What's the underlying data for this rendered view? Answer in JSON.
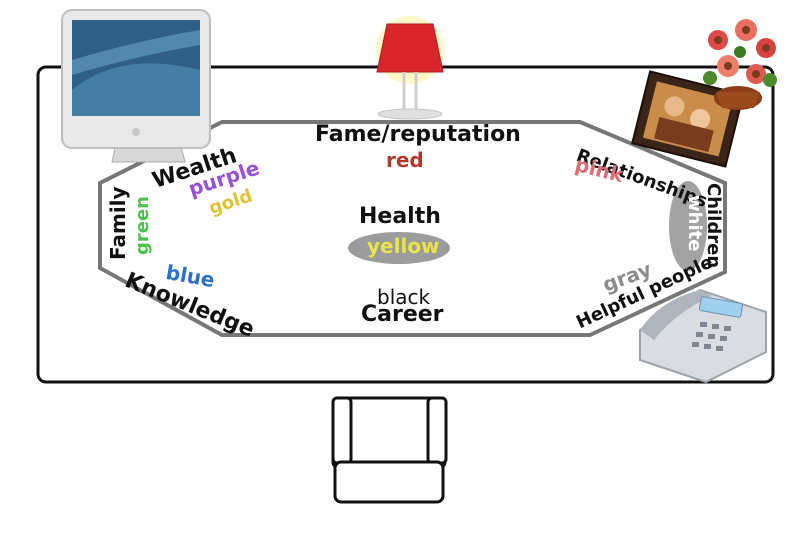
{
  "areas": {
    "fame": {
      "name": "Fame/reputation",
      "color_word": "red",
      "color_hex": "#b5372a"
    },
    "relationships": {
      "name": "Relationships",
      "color_word": "pink",
      "color_hex": "#e06c76"
    },
    "children": {
      "name": "Children",
      "color_word": "white",
      "color_hex": "#ffffff"
    },
    "helpful": {
      "name": "Helpful people",
      "color_word": "gray",
      "color_hex": "#8c8c8c"
    },
    "career": {
      "name": "Career",
      "color_word": "black",
      "color_hex": "#111111"
    },
    "knowledge": {
      "name": "Knowledge",
      "color_word": "blue",
      "color_hex": "#2a6fd1"
    },
    "family": {
      "name": "Family",
      "color_word": "green",
      "color_hex": "#4cc24c"
    },
    "wealth": {
      "name": "Wealth",
      "color_words": [
        "purple",
        "gold"
      ],
      "color_hexes": [
        "#9a4fd6",
        "#e3c23a"
      ]
    },
    "health": {
      "name": "Health",
      "color_word": "yellow",
      "color_hex": "#e8e44a"
    }
  },
  "objects": {
    "monitor": "computer-monitor",
    "lamp": "table-lamp",
    "flowers": "flower-pot",
    "photo": "picture-frame",
    "phone": "telephone",
    "chair": "chair"
  },
  "style": {
    "outline": "#111111",
    "octagon_stroke": "#777777",
    "white_patch": "#a3a3a3",
    "yellow_patch": "#9c9c9c"
  }
}
